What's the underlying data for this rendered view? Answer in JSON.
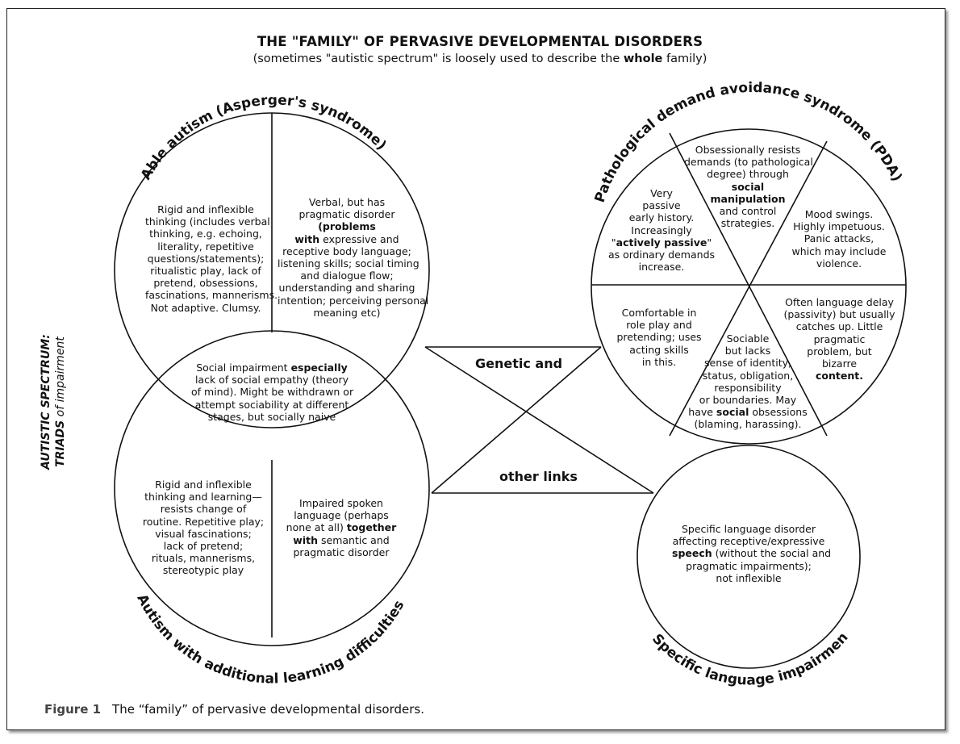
{
  "header": {
    "title": "THE \"FAMILY\" OF PERVASIVE DEVELOPMENTAL DISORDERS",
    "subtitle_before": "(sometimes \"autistic spectrum\" is loosely used to describe the ",
    "subtitle_bold": "whole",
    "subtitle_after": " family)"
  },
  "side_label": {
    "line1": "AUTISTIC SPECTRUM:",
    "line2_bold": "TRIADS",
    "line2_rest": " of impairment"
  },
  "asperger": {
    "label": "Able autism (Asperger's syndrome)",
    "left_text": [
      "Rigid and inflexible",
      "thinking (includes verbal",
      "thinking, e.g. echoing,",
      "literality, repetitive",
      "questions/statements);",
      "ritualistic play, lack of",
      "pretend, obsessions,",
      "fascinations, mannerisms.",
      "Not adaptive. Clumsy."
    ],
    "right_l1": "Verbal, but has",
    "right_l2": "pragmatic disorder",
    "right_l3_bold": "(problems",
    "right_l4_bold": "with",
    "right_l4_rest": " expressive and",
    "right_rest": [
      "receptive body language;",
      "listening skills; social timing",
      "and dialogue flow;",
      "understanding and sharing",
      "intention; perceiving personal",
      "meaning etc)"
    ]
  },
  "social": {
    "l1_a": "Social impairment ",
    "l1_bold": "especially",
    "rest": [
      "lack of social empathy (theory",
      "of mind). Might be withdrawn or",
      "attempt sociability at different",
      "stages, but socially naive"
    ]
  },
  "learning": {
    "label": "Autism with additional learning difficulties",
    "left_text": [
      "Rigid and inflexible",
      "thinking and learning—",
      "resists change of",
      "routine. Repetitive play;",
      "visual fascinations;",
      "lack of pretend;",
      "rituals, mannerisms,",
      "stereotypic play"
    ],
    "right_a": [
      "Impaired spoken",
      "language (perhaps"
    ],
    "right_l3_a": "none at all) ",
    "right_l3_bold": "together",
    "right_l4_bold": "with",
    "right_l4_rest": " semantic and",
    "right_l5": "pragmatic disorder"
  },
  "pda": {
    "label": "Pathological demand avoidance syndrome (PDA)",
    "top_a": [
      "Obsessionally resists",
      "demands (to pathological",
      "degree) through"
    ],
    "top_bold": [
      "social",
      "manipulation"
    ],
    "top_b": [
      "and control",
      "strategies."
    ],
    "left_a": [
      "Very",
      "passive",
      "early history.",
      "Increasingly"
    ],
    "left_q1": "\"",
    "left_bold": "actively passive",
    "left_q2": "\"",
    "left_b": [
      "as ordinary demands",
      "increase."
    ],
    "right": [
      "Mood swings.",
      "Highly impetuous.",
      "Panic attacks,",
      "which may include",
      "violence."
    ],
    "lowleft": [
      "Comfortable in",
      "role play and",
      "pretending; uses",
      "acting skills",
      "in this."
    ],
    "bottom_a": [
      "Sociable",
      "but lacks",
      "sense of identity,",
      "status, obligation,",
      "responsibility",
      "or boundaries. May"
    ],
    "bottom_have": "have ",
    "bottom_bold": "social",
    "bottom_obs": " obsessions",
    "bottom_c": "(blaming, harassing).",
    "lowright_a": [
      "Often language delay",
      "(passivity) but usually",
      "catches up. Little",
      "pragmatic",
      "problem, but",
      "bizarre"
    ],
    "lowright_bold": "content."
  },
  "sli": {
    "label": "Specific language impairment",
    "text_a": [
      "Specific language disorder",
      "affecting receptive/expressive"
    ],
    "text_bold": "speech",
    "text_b": " (without the social and",
    "text_c": [
      "pragmatic impairments);",
      "not inflexible"
    ]
  },
  "links": {
    "top": "Genetic and",
    "bottom": "other links"
  },
  "caption": {
    "figure": "Figure 1",
    "text": "The “family” of pervasive developmental disorders."
  }
}
